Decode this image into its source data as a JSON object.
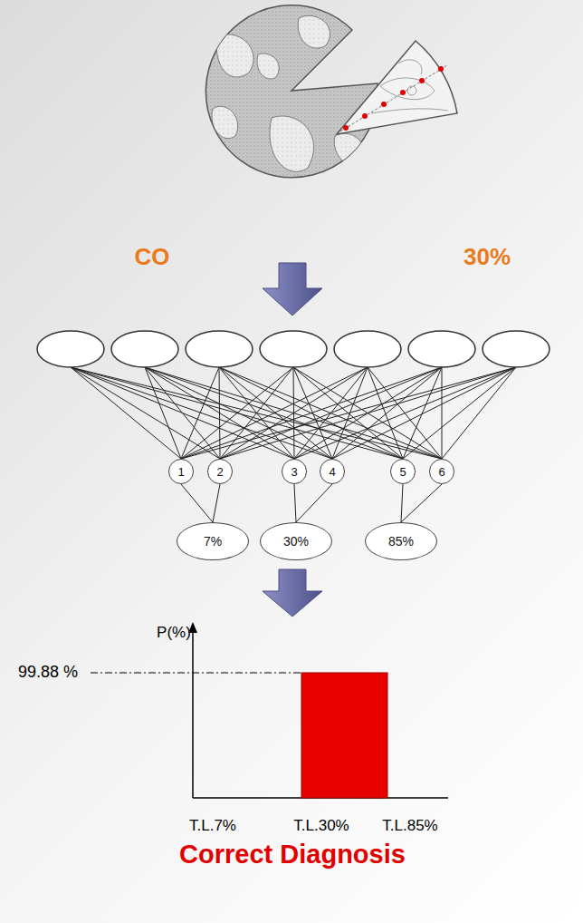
{
  "diagram": {
    "nodes": [
      {
        "text": [
          "1"
        ]
      },
      {
        "text": [
          "2"
        ]
      },
      {
        "text": [
          "3"
        ]
      },
      {
        "text": [
          "4"
        ]
      },
      {
        "text": [
          "5"
        ]
      },
      {
        "text": [
          "6"
        ]
      },
      {
        "text": [
          "7%"
        ]
      },
      {
        "text": [
          "30%"
        ]
      },
      {
        "text": [
          "85%"
        ]
      }
    ],
    "edges": [
      {
        "from": 0,
        "to": 6,
        "arrow": "none"
      },
      {
        "from": 1,
        "to": 6,
        "arrow": "none"
      },
      {
        "from": 2,
        "to": 7,
        "arrow": "none"
      },
      {
        "from": 3,
        "to": 7,
        "arrow": "none"
      },
      {
        "from": 4,
        "to": 8,
        "arrow": "none"
      },
      {
        "from": 5,
        "to": 8,
        "arrow": "none"
      }
    ],
    "labels": [
      "CO",
      "30%",
      "P(%)",
      "99.88 %",
      "T.L.7%",
      "T.L.30%",
      "T.L.85%",
      "Correct Diagnosis"
    ]
  }
}
